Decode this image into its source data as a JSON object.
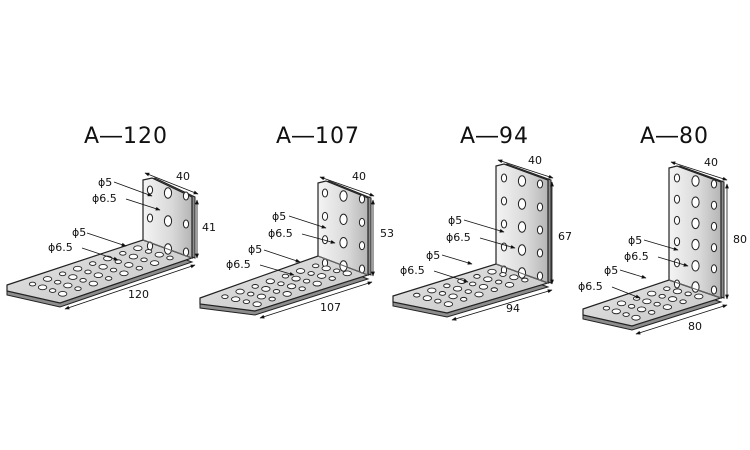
{
  "brackets": [
    {
      "model": "A―120",
      "dims": {
        "width": "40",
        "height": "41",
        "length": "120"
      },
      "labels": {
        "upper_small": "ϕ5",
        "upper_large": "ϕ6.5",
        "lower_small": "ϕ5",
        "lower_large": "ϕ6.5"
      }
    },
    {
      "model": "A―107",
      "dims": {
        "width": "40",
        "height": "53",
        "length": "107"
      },
      "labels": {
        "upper_small": "ϕ5",
        "upper_large": "ϕ6.5",
        "lower_small": "ϕ5",
        "lower_large": "ϕ6.5"
      }
    },
    {
      "model": "A―94",
      "dims": {
        "width": "40",
        "height": "67",
        "length": "94"
      },
      "labels": {
        "upper_small": "ϕ5",
        "upper_large": "ϕ6.5",
        "lower_small": "ϕ5",
        "lower_large": "ϕ6.5"
      }
    },
    {
      "model": "A―80",
      "dims": {
        "width": "40",
        "height": "80",
        "length": "80"
      },
      "labels": {
        "upper_small": "ϕ5",
        "upper_large": "ϕ6.5",
        "lower_small": "ϕ5",
        "lower_large": "ϕ6.5"
      }
    }
  ],
  "colors": {
    "metal_light": "#ececec",
    "metal_mid": "#c9c9c9",
    "metal_dark": "#8d8d8d",
    "outline": "#222222",
    "hole": "#ffffff"
  }
}
